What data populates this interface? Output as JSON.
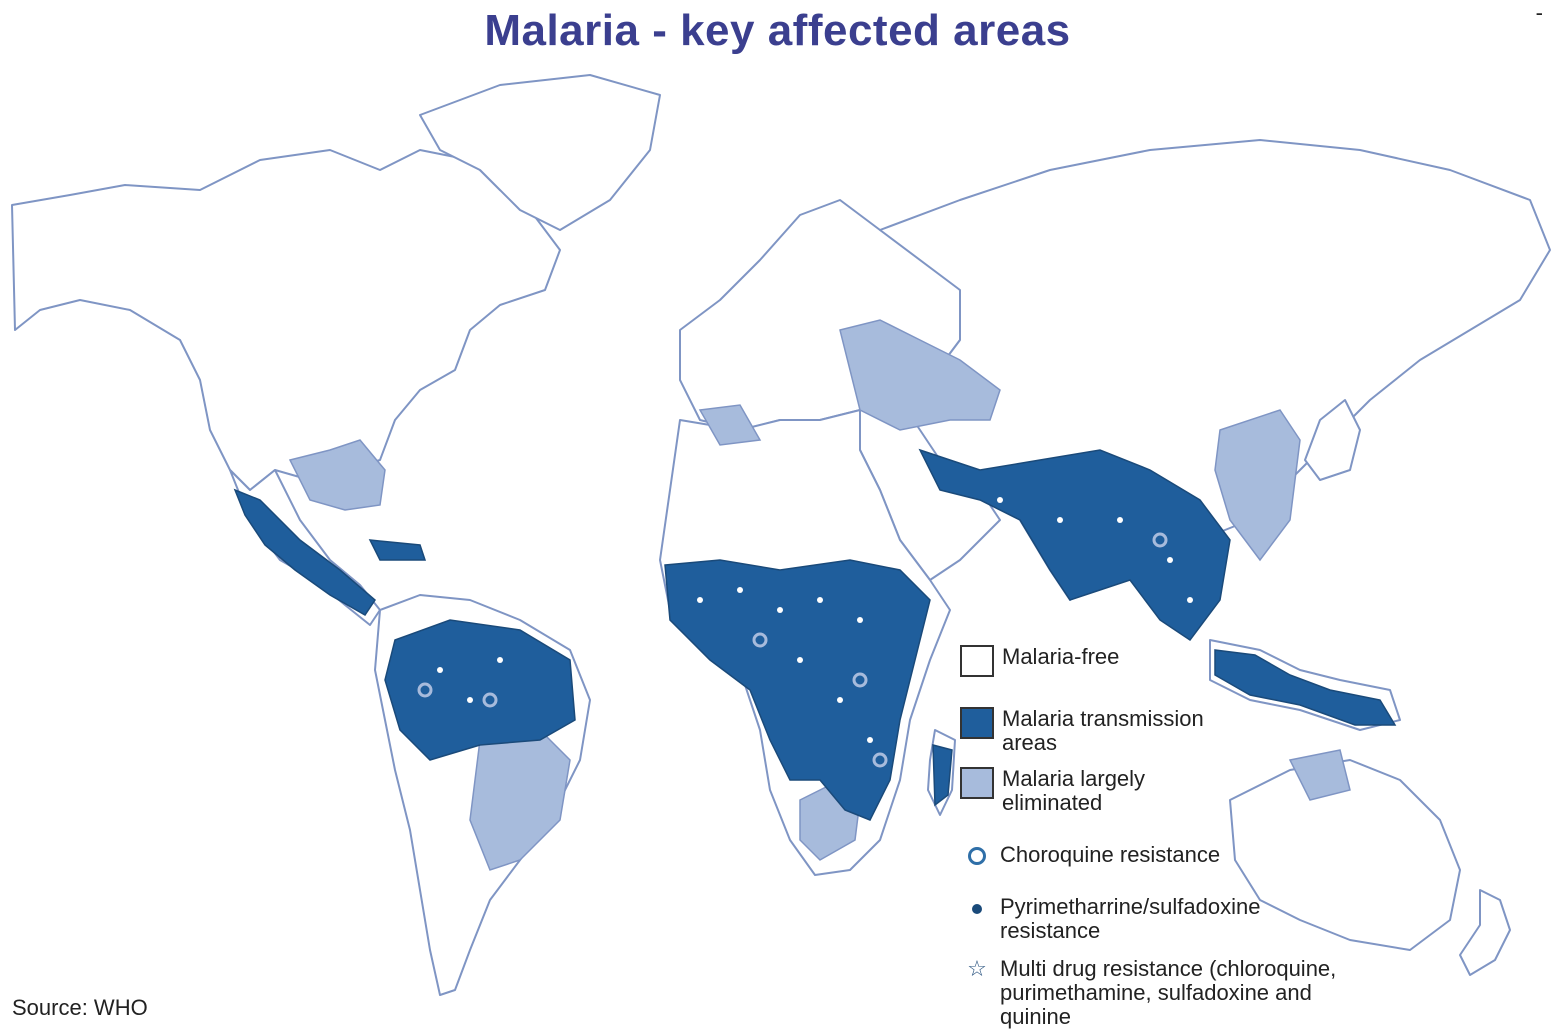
{
  "title": "Malaria - key affected areas",
  "colors": {
    "free": "#ffffff",
    "transmission": "#1f5e9c",
    "eliminated": "#a7bbdc",
    "coastline": "#7f95c4",
    "title": "#3b3f8f"
  },
  "legend": {
    "items": [
      {
        "label": "Malaria-free",
        "kind": "swatch",
        "color": "#ffffff"
      },
      {
        "label": "Malaria transmission\nareas",
        "kind": "swatch",
        "color": "#1f5e9c"
      },
      {
        "label": "Malaria largely\neliminated",
        "kind": "swatch",
        "color": "#a7bbdc"
      },
      {
        "label": "Choroquine resistance",
        "kind": "symbol",
        "icon": "open-circle-icon"
      },
      {
        "label": "Pyrimetharrine/sulfadoxine\nresistance",
        "kind": "symbol",
        "icon": "filled-dot-icon"
      },
      {
        "label": "Multi drug resistance (chloroquine,\npurimethamine, sulfadoxine and\nquinine",
        "kind": "symbol",
        "icon": "star-icon"
      }
    ]
  },
  "source": "Source: WHO",
  "corner_mark": "-"
}
